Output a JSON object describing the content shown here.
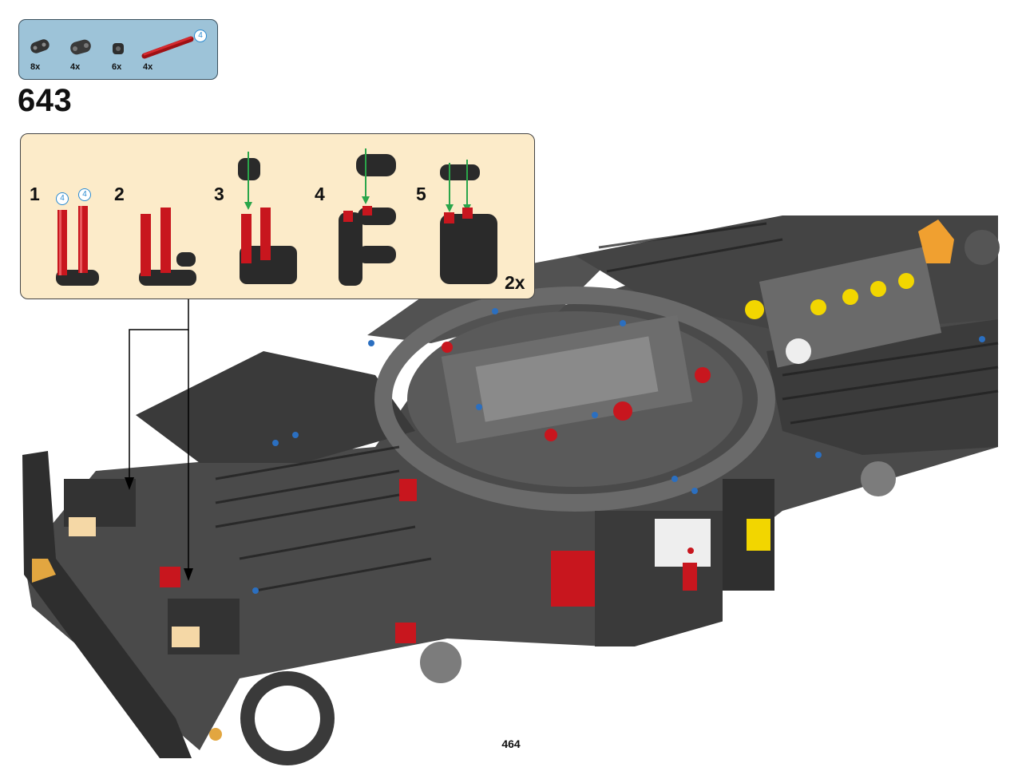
{
  "parts": [
    {
      "qty": "8x",
      "icon": "double-connector-icon"
    },
    {
      "qty": "4x",
      "icon": "cross-connector-icon"
    },
    {
      "qty": "6x",
      "icon": "bush-icon"
    },
    {
      "qty": "4x",
      "icon": "red-axle-icon",
      "length_badge": "4"
    }
  ],
  "step_number": "643",
  "callout": {
    "substeps": [
      "1",
      "2",
      "3",
      "4",
      "5"
    ],
    "axle_badges": [
      "4",
      "4"
    ],
    "multiplier": "2x"
  },
  "colors": {
    "parts_bg": "#9dc3d8",
    "callout_bg": "#fcebc9",
    "brick_red": "#c8161e",
    "brick_dark": "#2a2a2a",
    "arrow_green": "#2aa54a"
  },
  "page_number": "464"
}
